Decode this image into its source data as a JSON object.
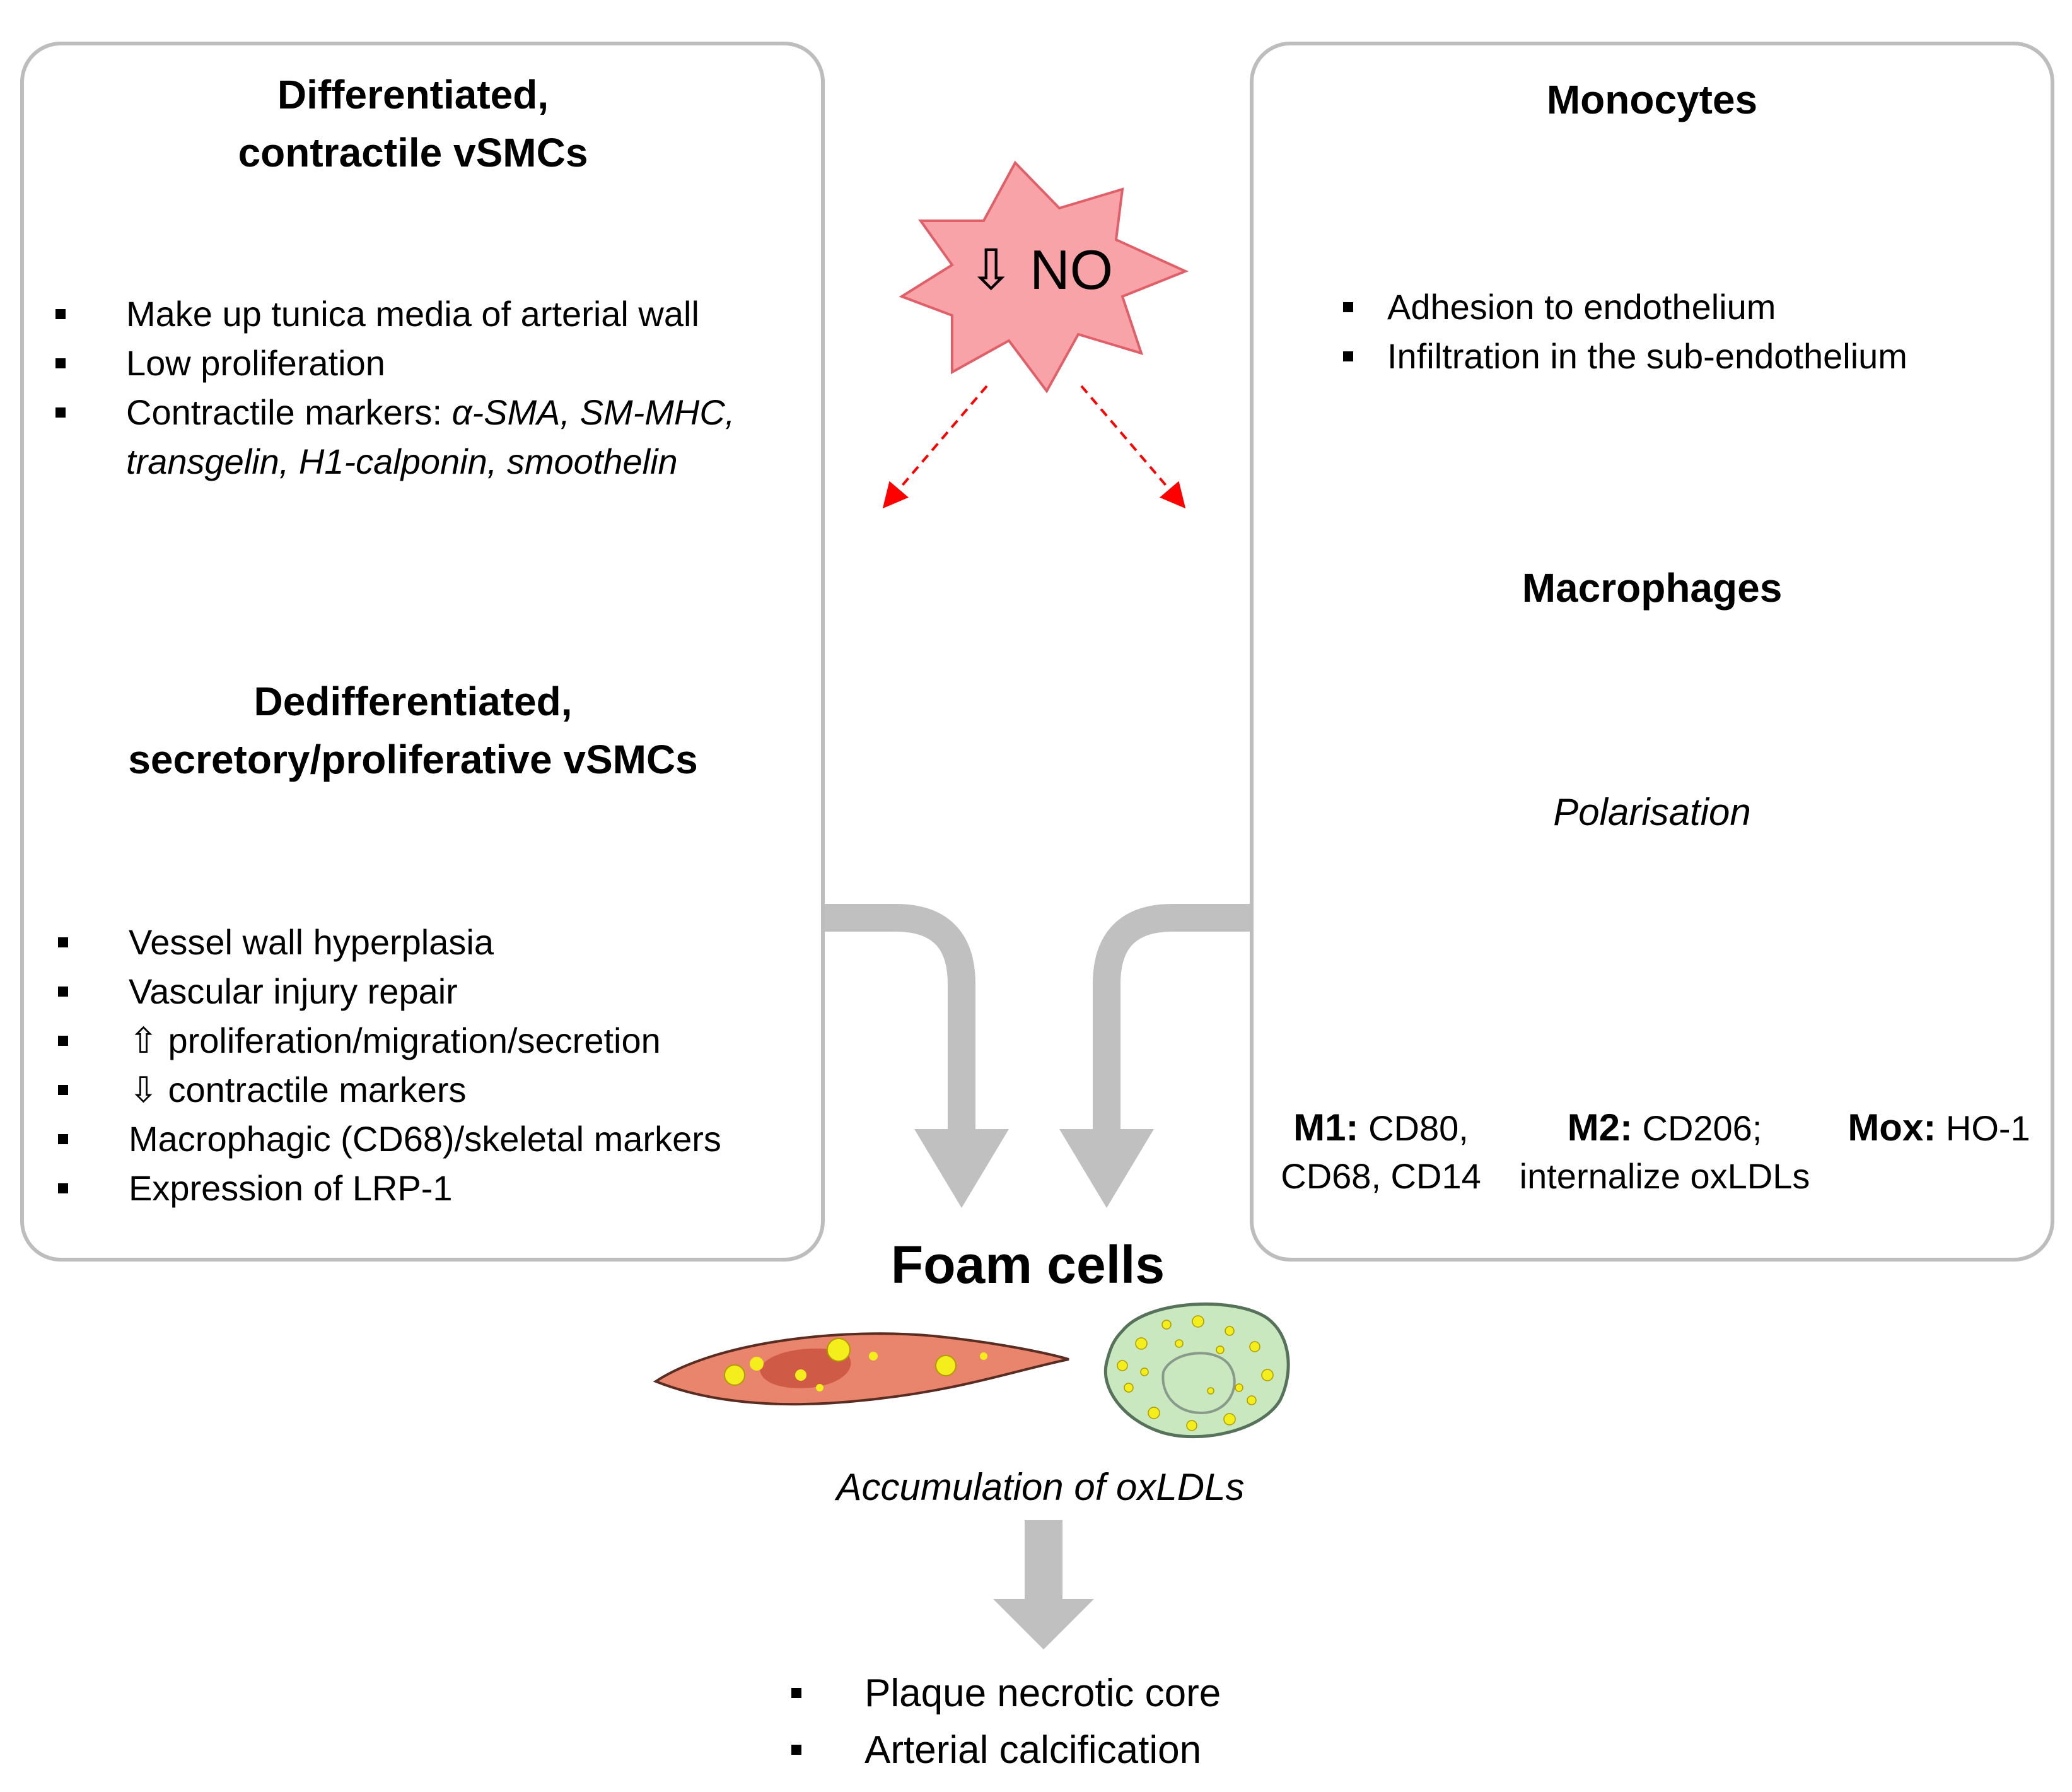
{
  "left_panel": {
    "title_line1": "Differentiated,",
    "title_line2": "contractile vSMCs",
    "bullets_top": [
      "Make up tunica media of arterial wall",
      "Low proliferation"
    ],
    "markers_prefix": "Contractile markers: ",
    "markers_line1_italic": "α-SMA, SM-MHC,",
    "markers_line2_italic": "transgelin, H1-calponin, smoothelin",
    "dedif_title_line1": "Dedifferentiated,",
    "dedif_title_line2": "secretory/proliferative vSMCs",
    "bullets_bottom": [
      "Vessel wall hyperplasia",
      "Vascular injury repair",
      "⇧ proliferation/migration/secretion",
      "⇩ contractile markers",
      "Macrophagic (CD68)/skeletal markers",
      "Expression of LRP-1"
    ]
  },
  "no_burst": {
    "label": "⇩ NO"
  },
  "right_panel": {
    "monocytes_title": "Monocytes",
    "monocyte_bullets": [
      "Adhesion to endothelium",
      "Infiltration in the sub-endothelium"
    ],
    "macrophages_title": "Macrophages",
    "polarisation": "Polarisation",
    "m1_label": "M1:",
    "m1_text_1": " CD80,",
    "m1_text_2": "CD68, CD14",
    "m2_label": "M2:",
    "m2_text_1": " CD206;",
    "m2_text_2": "internalize oxLDLs",
    "mox_label": "Mox:",
    "mox_text": " HO-1"
  },
  "foam": {
    "title": "Foam cells",
    "caption": "Accumulation of oxLDLs",
    "outcomes": [
      "Plaque necrotic core",
      "Arterial calcification"
    ]
  },
  "colors": {
    "panel_border": "#bdbdbd",
    "arrow_gray": "#c0c0c0",
    "vsmc": "#e9846d",
    "monocyte": "#2a9fe0",
    "macrophage": "#5fa843",
    "m1": "#f5b400",
    "m2": "#b452e0",
    "mox": "#e51c1c",
    "nucleus": "#b6a5e6",
    "burst": "#f7a3a8",
    "dashed_red": "#ff0000",
    "foam_macro": "#c9e8bf",
    "lipid": "#f4ee1c"
  }
}
